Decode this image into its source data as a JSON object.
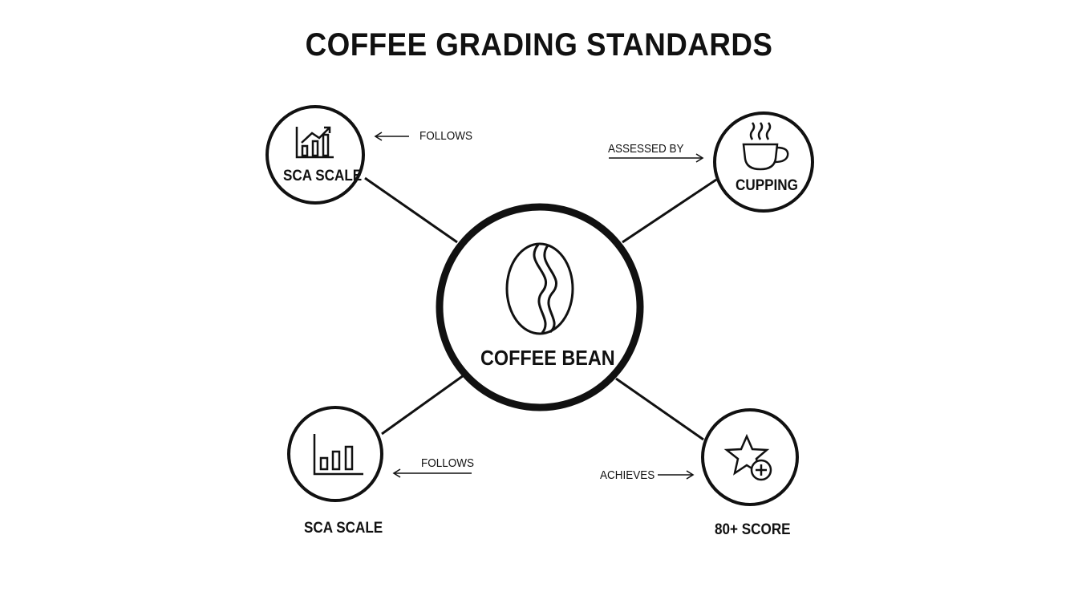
{
  "title": "COFFEE GRADING STANDARDS",
  "center": {
    "label": "COFFEE BEAN",
    "icon": "coffee-bean-icon"
  },
  "nodes": [
    {
      "label": "SCA SCALE",
      "icon": "chart-trend-icon"
    },
    {
      "label": "CUPPING",
      "icon": "coffee-cup-icon"
    },
    {
      "label": "SCA SCALE",
      "icon": "bar-chart-icon"
    },
    {
      "label": "80+ SCORE",
      "icon": "star-plus-icon"
    }
  ],
  "edges": [
    {
      "label": "FOLLOWS"
    },
    {
      "label": "ASSESSED BY"
    },
    {
      "label": "FOLLOWS"
    },
    {
      "label": "ACHIEVES"
    }
  ],
  "colors": {
    "stroke": "#111111",
    "background": "#ffffff"
  }
}
